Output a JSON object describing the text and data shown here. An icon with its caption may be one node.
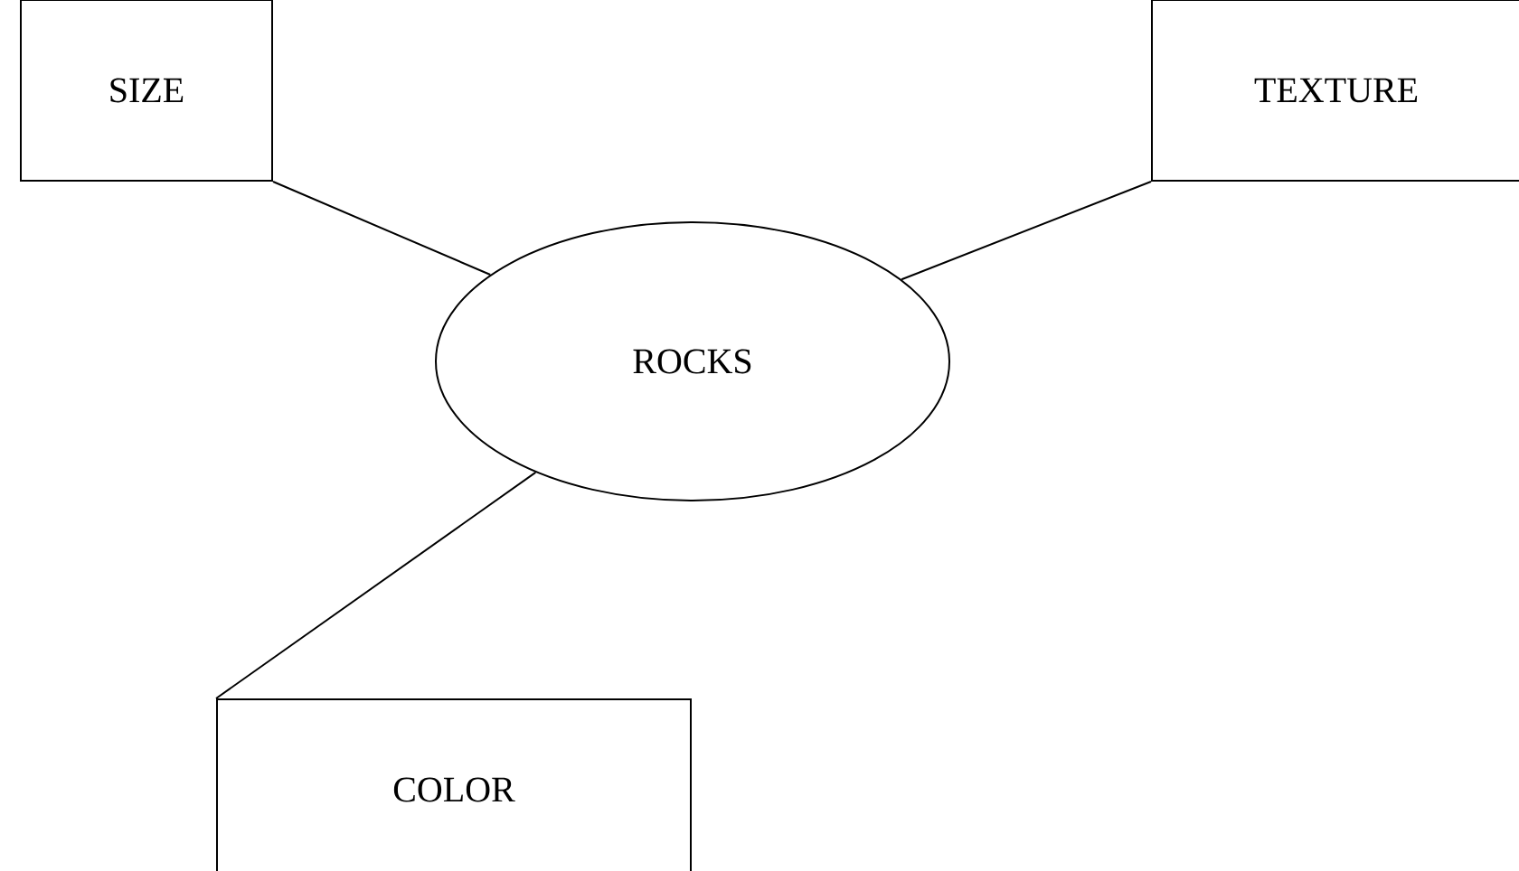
{
  "diagram": {
    "nodes": [
      {
        "text": [
          "SIZE"
        ]
      },
      {
        "text": [
          "TEXTURE"
        ]
      },
      {
        "text": [
          "ROCKS"
        ]
      },
      {
        "text": [
          "COLOR"
        ]
      }
    ],
    "edges": [
      {
        "from": 0,
        "to": 2,
        "arrow": "none"
      },
      {
        "from": 1,
        "to": 2,
        "arrow": "none"
      },
      {
        "from": 2,
        "to": 3,
        "arrow": "none"
      }
    ]
  }
}
